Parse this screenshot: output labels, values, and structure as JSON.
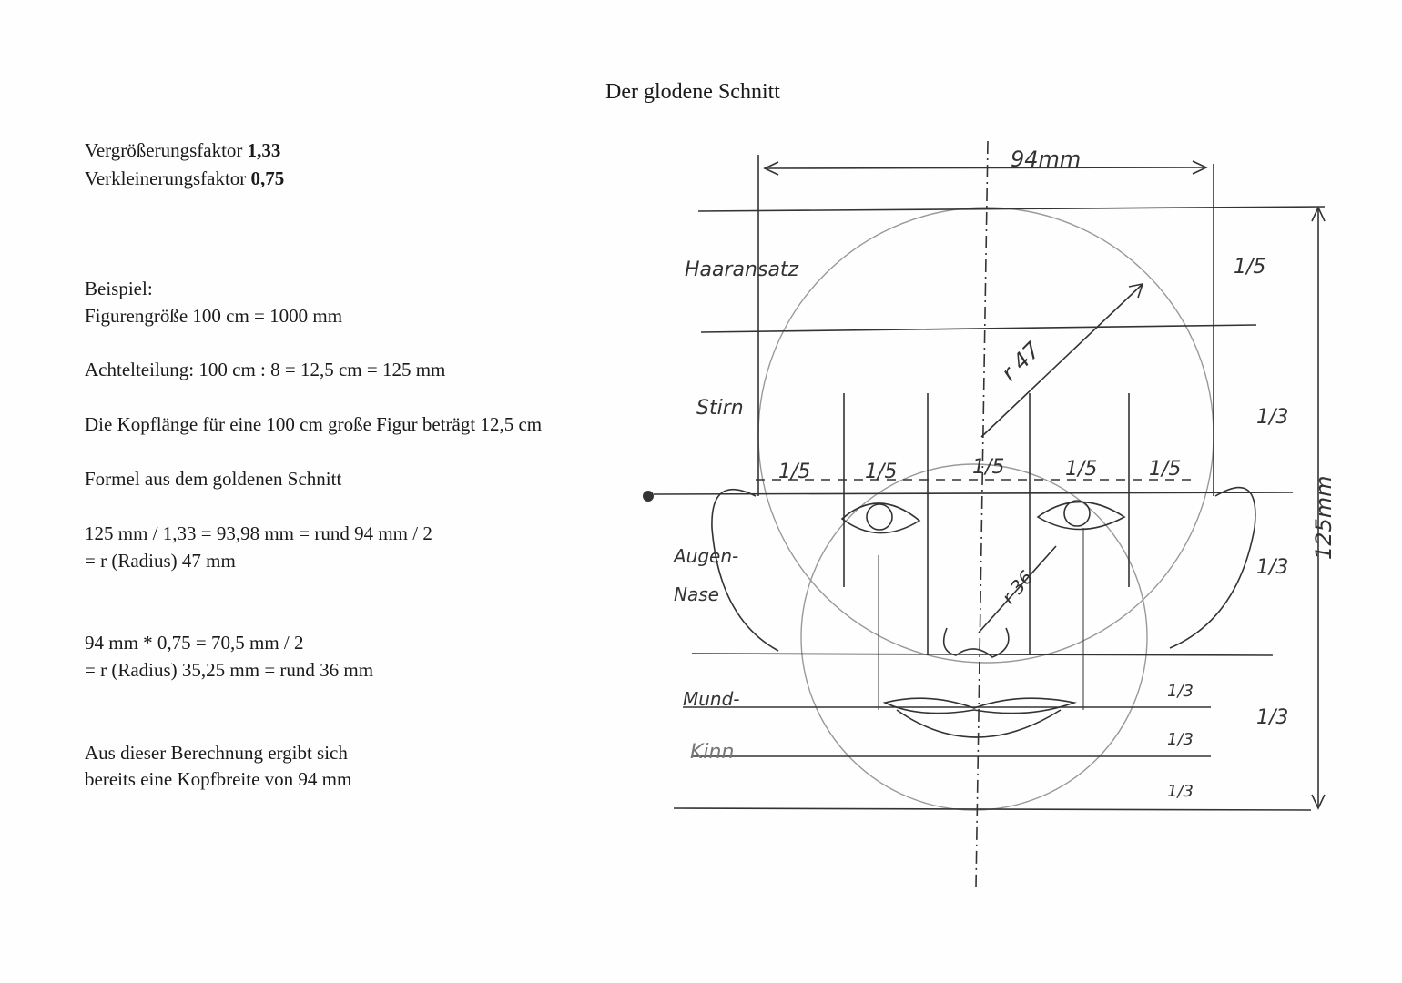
{
  "title": "Der glodene Schnitt",
  "factors": {
    "enlarge_label": "Vergrößerungsfaktor ",
    "enlarge_value": "1,33",
    "reduce_label": "Verkleinerungsfaktor ",
    "reduce_value": "0,75"
  },
  "text": {
    "example_heading": "Beispiel:",
    "figure_size": "Figurengröße 100 cm = 1000 mm",
    "eighths": "Achtelteilung:  100 cm : 8 = 12,5 cm = 125 mm",
    "head_length": "Die Kopflänge für eine 100 cm große Figur beträgt 12,5 cm",
    "formula_heading": "Formel aus dem goldenen Schnitt",
    "calc1_line1": "125 mm / 1,33 = 93,98 mm = rund 94 mm / 2",
    "calc1_line2": "= r (Radius) 47 mm",
    "calc2_line1": "94 mm * 0,75 = 70,5 mm / 2",
    "calc2_line2": "= r (Radius) 35,25 mm = rund 36 mm",
    "conclusion_line1": "Aus dieser Berechnung ergibt sich",
    "conclusion_line2": "bereits eine Kopfbreite von 94 mm"
  },
  "diagram": {
    "width_label": "94mm",
    "height_label": "125mm",
    "radius_large": "r 47",
    "radius_small": "r 36",
    "labels": {
      "hairline": "Haaransatz",
      "forehead": "Stirn",
      "eyes": "Augen-",
      "nose": "Nase",
      "mouth": "Mund-",
      "chin": "Kinn"
    },
    "fifth": "1/5",
    "third": "1/3"
  }
}
